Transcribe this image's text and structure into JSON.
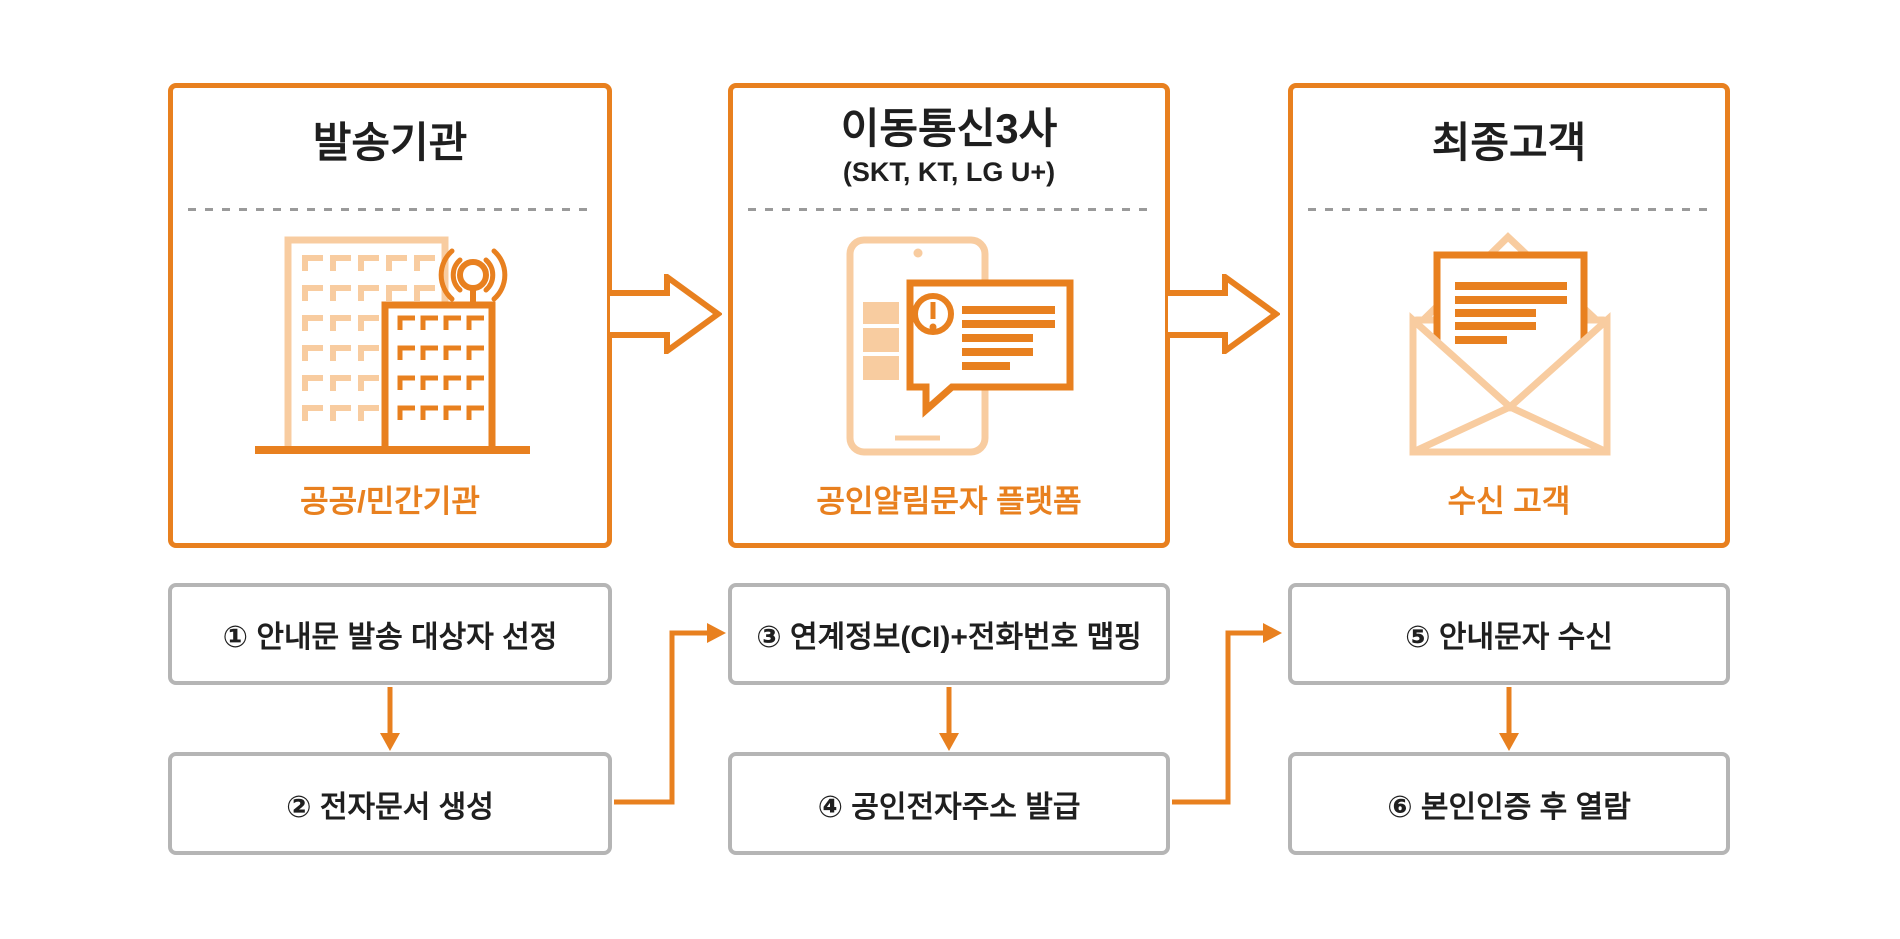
{
  "colors": {
    "accent": "#E8801F",
    "accent_light": "#F8CCA0",
    "step_border": "#B5B5B5",
    "divider": "#9A9A9A",
    "title_color": "#1F1F1F"
  },
  "panels": [
    {
      "title": "발송기관",
      "subtitle": "",
      "icon": "building-broadcast-icon",
      "label": "공공/민간기관"
    },
    {
      "title": "이동통신3사",
      "subtitle": "(SKT, KT, LG U+)",
      "icon": "phone-alert-message-icon",
      "label": "공인알림문자 플랫폼"
    },
    {
      "title": "최종고객",
      "subtitle": "",
      "icon": "open-envelope-letter-icon",
      "label": "수신 고객"
    }
  ],
  "steps": [
    {
      "label": "① 안내문 발송 대상자 선정"
    },
    {
      "label": "② 전자문서 생성"
    },
    {
      "label": "③ 연계정보(CI)+전화번호 맵핑"
    },
    {
      "label": "④ 공인전자주소 발급"
    },
    {
      "label": "⑤ 안내문자 수신"
    },
    {
      "label": "⑥ 본인인증 후 열람"
    }
  ]
}
